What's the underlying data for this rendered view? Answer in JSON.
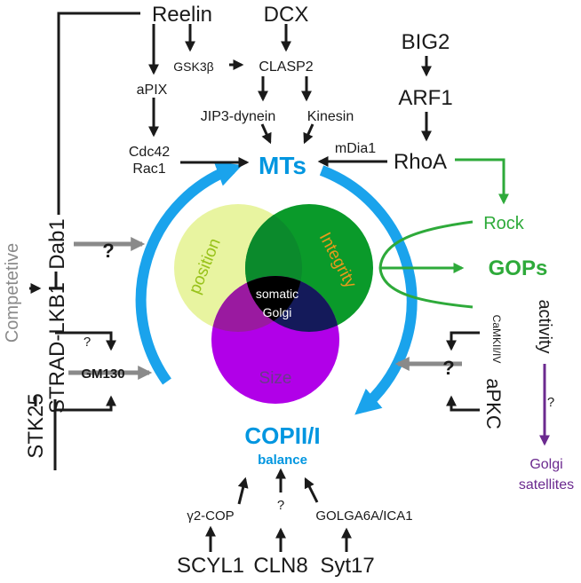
{
  "nodes": {
    "reelin": "Reelin",
    "dcx": "DCX",
    "big2": "BIG2",
    "arf1": "ARF1",
    "rhoa": "RhoA",
    "gsk3b": "GSK3β",
    "clasp2": "CLASP2",
    "apix": "aPIX",
    "jip3": "JIP3-dynein",
    "kinesin": "Kinesin",
    "cdc42": "Cdc42",
    "rac1": "Rac1",
    "mdia1": "mDia1",
    "mts": "MTs",
    "rock": "Rock",
    "gops": "GOPs",
    "competetive": "Competetive",
    "dab1": "Dab1",
    "stradlkb1": "STRAD-LKB1",
    "stk25": "STK25",
    "gm130": "GM130",
    "camk": "CaMKII/IV",
    "activity": "activity",
    "apkc": "aPKC",
    "golgi_sat_1": "Golgi",
    "golgi_sat_2": "satellites",
    "copii": "COPII/I",
    "balance": "balance",
    "g2cop": "γ2-COP",
    "golga": "GOLGA6A/ICA1",
    "scyl1": "SCYL1",
    "cln8": "CLN8",
    "syt17": "Syt17"
  },
  "marks": {
    "q": "?"
  },
  "venn": {
    "position": "position",
    "integrity": "Integrity",
    "size": "Size",
    "center_1": "somatic",
    "center_2": "Golgi"
  },
  "colors": {
    "mts_blue": "#0096e0",
    "cycle_blue": "#1aa3ec",
    "green_arrow": "#2eaa3a",
    "purple": "#6b2a8f",
    "gray_arrow": "#8a8a8a",
    "position_circle": "#e8f4a0",
    "integrity_circle": "#0a9a2a",
    "size_circle": "#b100e8",
    "integrity_text": "#e89a1a",
    "position_text": "#98c21a",
    "size_text": "#6a3a8a"
  }
}
